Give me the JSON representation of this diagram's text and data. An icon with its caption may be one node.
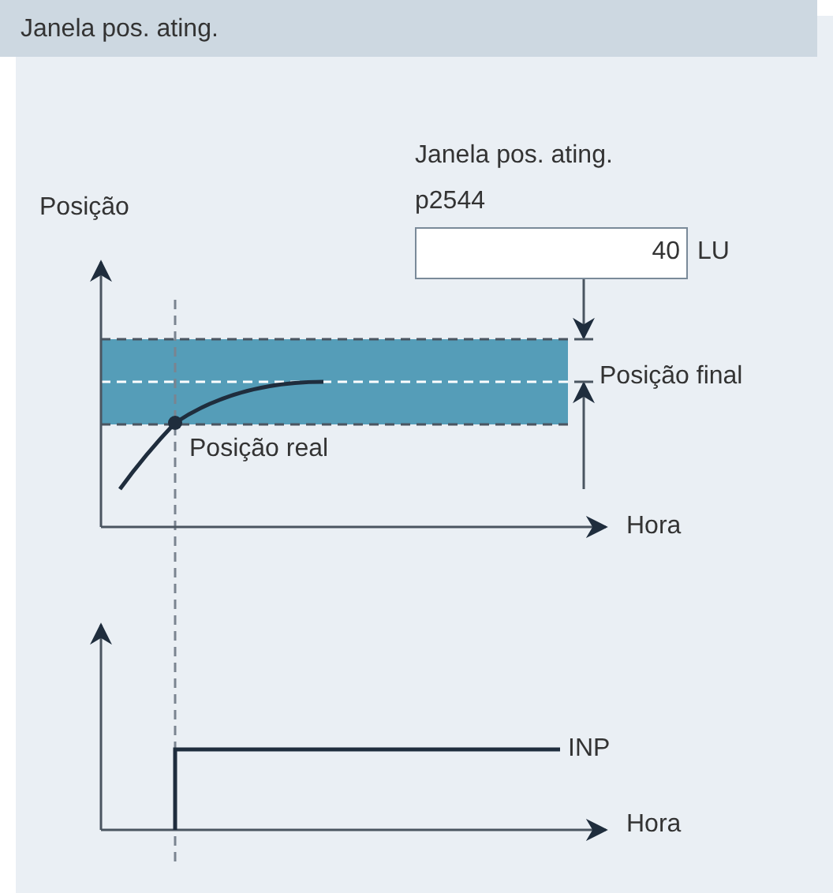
{
  "diagram": {
    "title": "Janela pos. ating.",
    "labels": [
      "Janela pos. ating.",
      "p2544",
      "40",
      "LU",
      "Posição",
      "Posição final",
      "Posição real",
      "Hora",
      "INP",
      "Hora"
    ]
  }
}
